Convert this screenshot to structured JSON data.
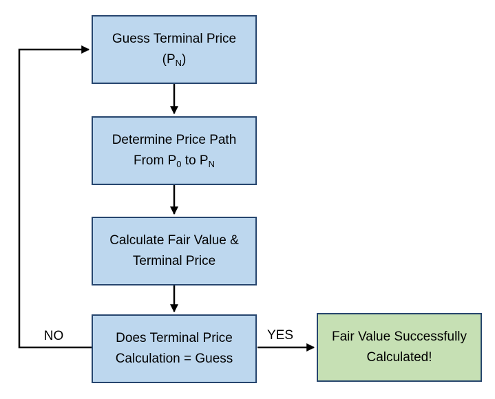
{
  "colors": {
    "node-fill-blue": "#BDD7EE",
    "node-fill-green": "#C6E0B4",
    "node-border": "#26456E",
    "arrow": "#000000",
    "text": "#000000"
  },
  "nodes": {
    "guess": {
      "line1": "Guess Terminal Price",
      "line2_pre": "(P",
      "line2_sub": "N",
      "line2_post": ")"
    },
    "price_path": {
      "line1": "Determine Price Path",
      "line2_seg1": "From P",
      "line2_sub1": "0",
      "line2_seg2": " to P",
      "line2_sub2": "N"
    },
    "calculate": {
      "line1": "Calculate Fair Value &",
      "line2": "Terminal Price"
    },
    "decision": {
      "line1": "Does Terminal Price",
      "line2": "Calculation = Guess"
    },
    "success": {
      "line1": "Fair Value Successfully",
      "line2": "Calculated!"
    }
  },
  "edges": {
    "no_label": "NO",
    "yes_label": "YES"
  }
}
